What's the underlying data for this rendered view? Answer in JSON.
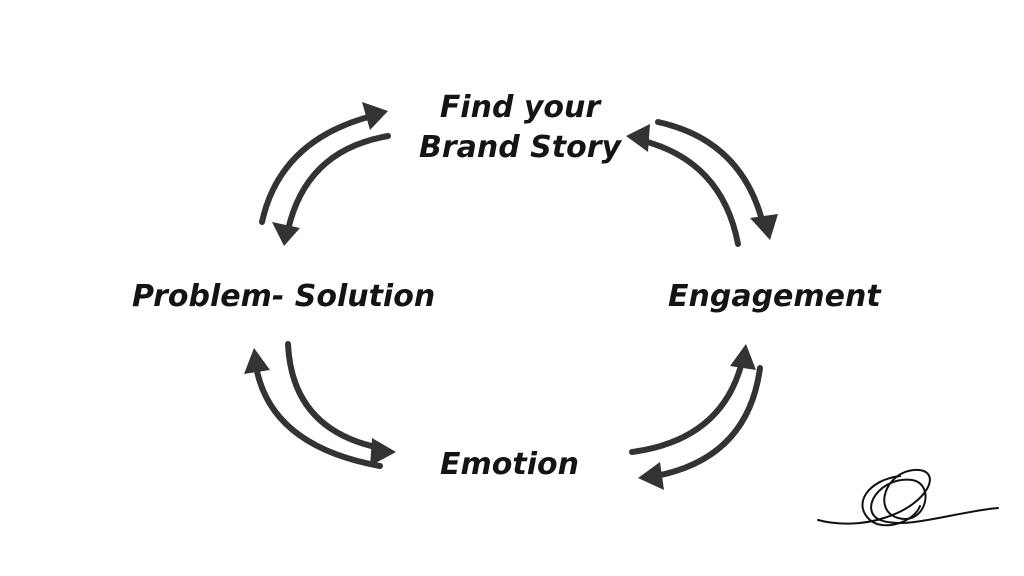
{
  "nodes": {
    "top": [
      "Find your",
      "Brand Story"
    ],
    "right": "Engagement",
    "bottom": "Emotion",
    "left": "Problem- Solution"
  },
  "colors": {
    "arrow": "#333333",
    "text": "#141414",
    "background": "#ffffff"
  },
  "icons": [
    "scribble-doodle-icon"
  ]
}
